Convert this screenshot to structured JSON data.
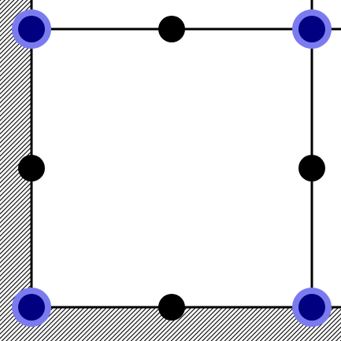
{
  "colors": {
    "background": "#ffffff",
    "line": "#000000",
    "hatch_line": "#000000",
    "midpoint_node": "#000000",
    "corner_node_fill": "#000080",
    "corner_node_halo": "#7b7bf0"
  },
  "nodes": {
    "corners": [
      {
        "id": "top-left"
      },
      {
        "id": "top-right"
      },
      {
        "id": "bottom-left"
      },
      {
        "id": "bottom-right"
      }
    ],
    "midpoints": [
      {
        "id": "top-mid"
      },
      {
        "id": "left-mid"
      },
      {
        "id": "right-mid"
      },
      {
        "id": "bottom-mid"
      }
    ]
  }
}
